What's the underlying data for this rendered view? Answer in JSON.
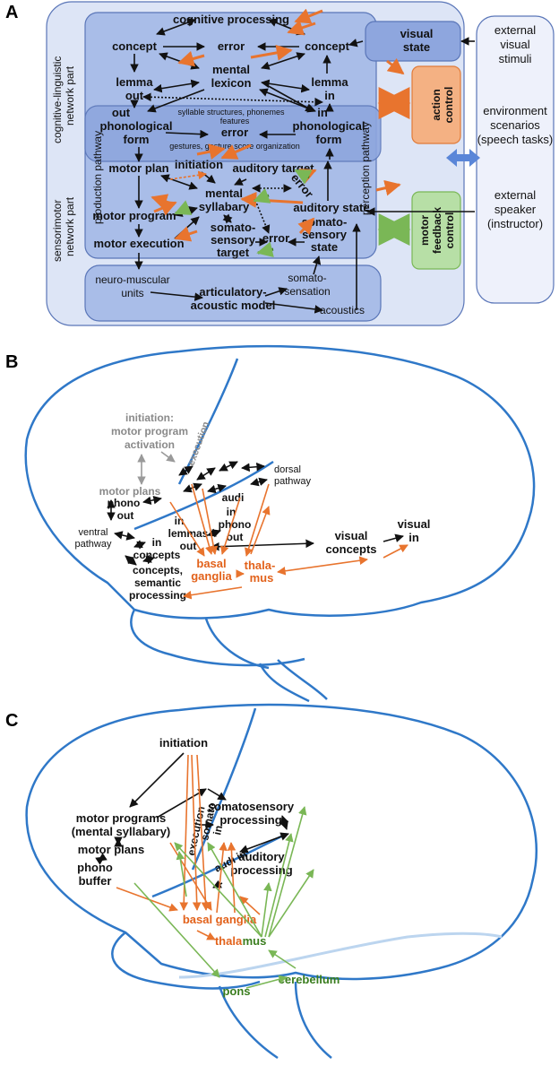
{
  "panels": {
    "a": {
      "letter": "A",
      "side_labels": {
        "cognitive": [
          "cognitive-linguistic",
          "network part"
        ],
        "sensorimotor": [
          "sensorimotor",
          "network part"
        ],
        "production": "production pathway",
        "perception": "perception pathway"
      },
      "nodes": {
        "cognitive_processing": "cognitive processing",
        "concept_left": "concept",
        "error_top": "error",
        "concept_right": "concept",
        "visual_state": [
          "visual",
          "state"
        ],
        "mental_lexicon": [
          "mental",
          "lexicon"
        ],
        "lemma_out": [
          "lemma",
          "out"
        ],
        "lemma_in": [
          "lemma",
          "in"
        ],
        "action_control": [
          "action",
          "control"
        ],
        "syllable_note": [
          "syllable structures, phonemes",
          "features"
        ],
        "out_phon": [
          "out",
          "phonological",
          "form"
        ],
        "in_phon": [
          "in",
          "phonological",
          "form"
        ],
        "error_mid": "error",
        "gestures_note": "gestures, gesture score organization",
        "motor_plan": "motor plan",
        "initiation": "initiation",
        "auditory_target": "auditory target",
        "mental_syllabary": [
          "mental",
          "syllabary"
        ],
        "error_diag": "error",
        "motor_program": "motor program",
        "auditory_state": "auditory state",
        "somato_target": [
          "somato-",
          "sensory",
          "target"
        ],
        "error_low": "error",
        "somato_state": [
          "somato-",
          "sensory",
          "state"
        ],
        "motor_execution": "motor execution",
        "motor_feedback": [
          "motor",
          "feedback",
          "control"
        ],
        "neuro_muscular": [
          "neuro-muscular",
          "units"
        ],
        "articulatory": [
          "articulatory-",
          "acoustic model"
        ],
        "somato_sensation": [
          "somato-",
          "sensation"
        ],
        "acoustics": "acoustics"
      },
      "external": {
        "visual_stimuli": [
          "external",
          "visual",
          "stimuli"
        ],
        "environment": [
          "environment",
          "scenarios",
          "(speech tasks)"
        ],
        "speaker": [
          "external",
          "speaker",
          "(instructor)"
        ]
      }
    },
    "b": {
      "letter": "B",
      "labels": {
        "initiation": [
          "initiation:",
          "motor program",
          "activation"
        ],
        "execution": "execution",
        "motor_plans": "motor plans",
        "dorsal": [
          "dorsal",
          "pathway"
        ],
        "phono_out": [
          "phono",
          "out"
        ],
        "audi": "audi",
        "in_phono_out": [
          "in",
          "phono",
          "out"
        ],
        "in_lemmas_out": [
          "in",
          "lemmas",
          "out"
        ],
        "ventral": [
          "ventral",
          "pathway"
        ],
        "in_concepts": [
          "in",
          "concepts"
        ],
        "concepts_semantic": [
          "concepts,",
          "semantic",
          "processing"
        ],
        "basal_ganglia": [
          "basal",
          "ganglia"
        ],
        "thalamus": [
          "thala-",
          "mus"
        ],
        "visual_concepts": [
          "visual",
          "concepts"
        ],
        "visual_in": [
          "visual",
          "in"
        ]
      }
    },
    "c": {
      "letter": "C",
      "labels": {
        "initiation": "initiation",
        "motor_programs": [
          "motor programs",
          "(mental syllabary)"
        ],
        "motor_plans": "motor plans",
        "phono_buffer": [
          "phono",
          "buffer"
        ],
        "execution": "execution",
        "somato_in": [
          "somato",
          "in"
        ],
        "somatosensory": [
          "somatosensory",
          "processing"
        ],
        "audi_in": "audi in",
        "auditory_processing": [
          "auditory",
          "processing"
        ],
        "basal_ganglia": "basal ganglia",
        "thala": "thala",
        "mus": "mus",
        "pons": "pons",
        "cerebellum": "cerebellum"
      }
    }
  },
  "colors": {
    "box_blue": "#a9bde8",
    "box_blue_border": "#5a76b8",
    "outer_blue": "#dde5f6",
    "orange_arrow": "#e8742e",
    "green_arrow": "#3d7a1f",
    "light_green_arrow": "#7ab756",
    "brain_blue": "#2f78c8",
    "action_box": "#f4b183",
    "feedback_box": "#b7dfa6"
  }
}
